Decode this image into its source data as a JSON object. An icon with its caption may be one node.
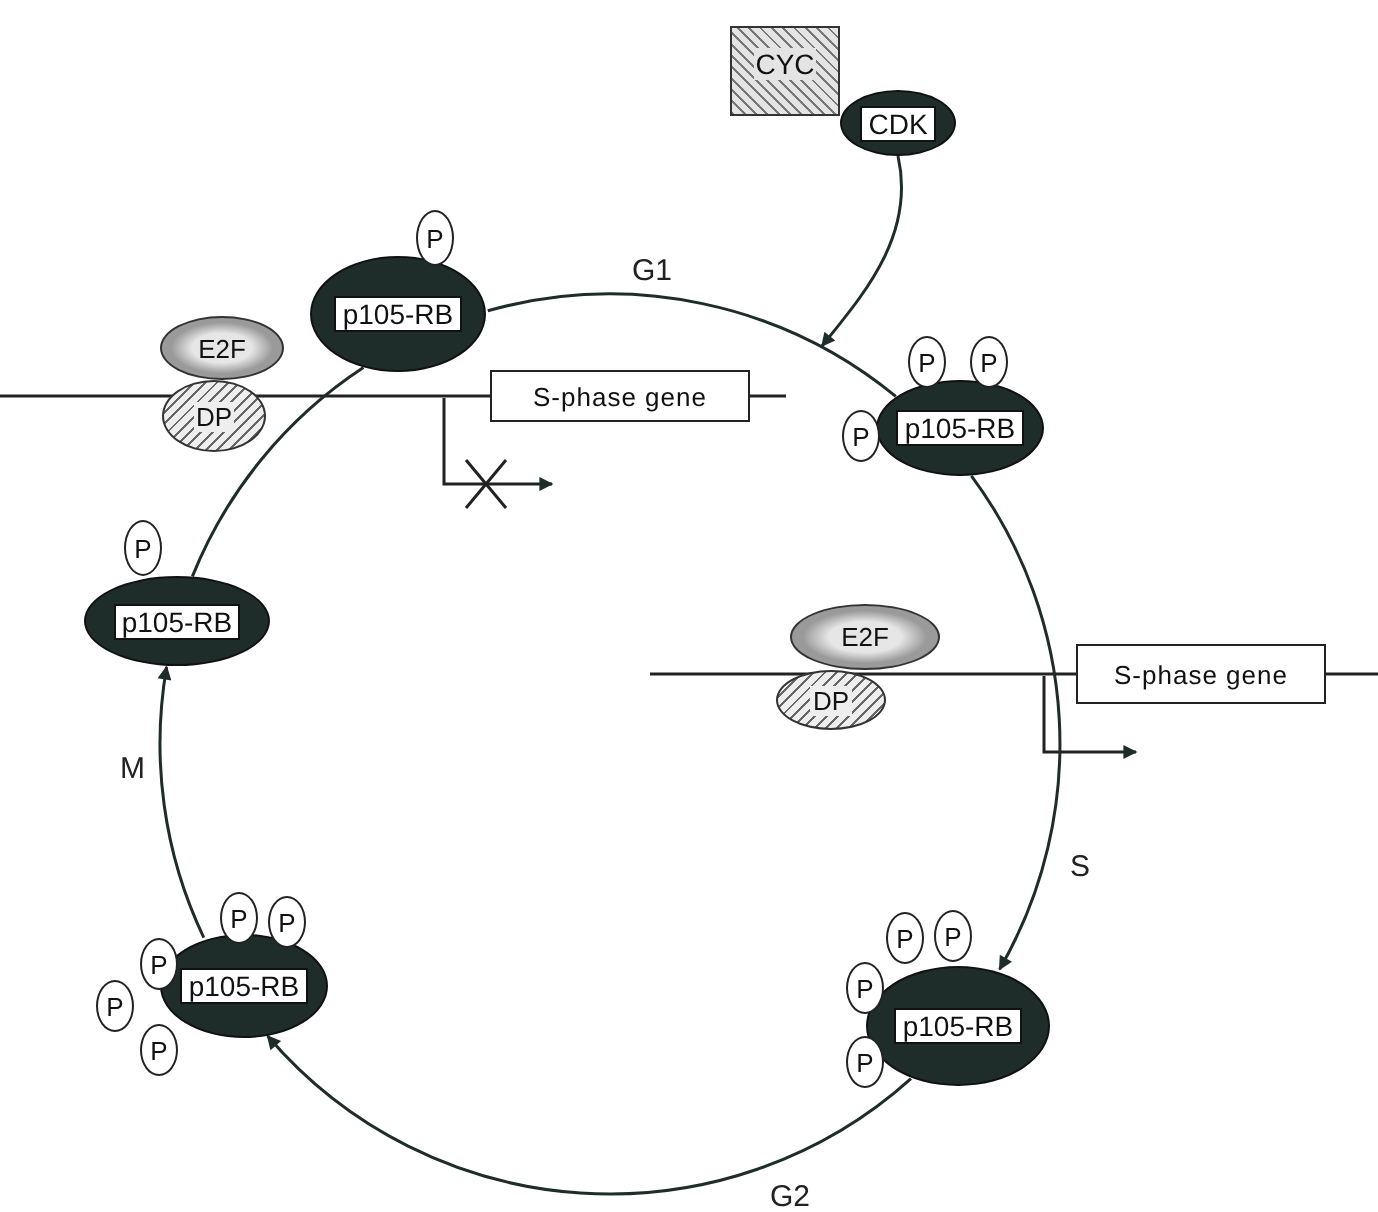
{
  "diagram": {
    "nodes": [
      {
        "text": [
          "CYC"
        ]
      },
      {
        "text": [
          "CDK"
        ]
      },
      {
        "text": [
          "P"
        ]
      },
      {
        "text": [
          "p105-RB"
        ]
      },
      {
        "text": [
          "E2F"
        ]
      },
      {
        "text": [
          "DP"
        ]
      },
      {
        "text": [
          "S-phase gene"
        ]
      },
      {
        "text": [
          "P"
        ]
      },
      {
        "text": [
          "P"
        ]
      },
      {
        "text": [
          "P"
        ]
      },
      {
        "text": [
          "p105-RB"
        ]
      },
      {
        "text": [
          "E2F"
        ]
      },
      {
        "text": [
          "DP"
        ]
      },
      {
        "text": [
          "S-phase gene"
        ]
      },
      {
        "text": [
          "P"
        ]
      },
      {
        "text": [
          "p105-RB"
        ]
      },
      {
        "text": [
          "P"
        ]
      },
      {
        "text": [
          "P"
        ]
      },
      {
        "text": [
          "P"
        ]
      },
      {
        "text": [
          "P"
        ]
      },
      {
        "text": [
          "p105-RB"
        ]
      },
      {
        "text": [
          "P"
        ]
      },
      {
        "text": [
          "P"
        ]
      },
      {
        "text": [
          "P"
        ]
      },
      {
        "text": [
          "P"
        ]
      },
      {
        "text": [
          "p105-RB"
        ]
      },
      {
        "text": [
          "P"
        ]
      }
    ],
    "edges": [
      {
        "from": 1,
        "to": null,
        "arrow": "to"
      },
      {
        "from": 3,
        "to": 10,
        "arrow": "none"
      },
      {
        "from": 10,
        "to": 25,
        "arrow": "to"
      },
      {
        "from": 25,
        "to": 20,
        "arrow": "to"
      },
      {
        "from": 20,
        "to": 15,
        "arrow": "to"
      },
      {
        "from": 15,
        "to": 3,
        "arrow": "none"
      }
    ],
    "labels": [
      "G1",
      "M",
      "S",
      "G2"
    ]
  }
}
